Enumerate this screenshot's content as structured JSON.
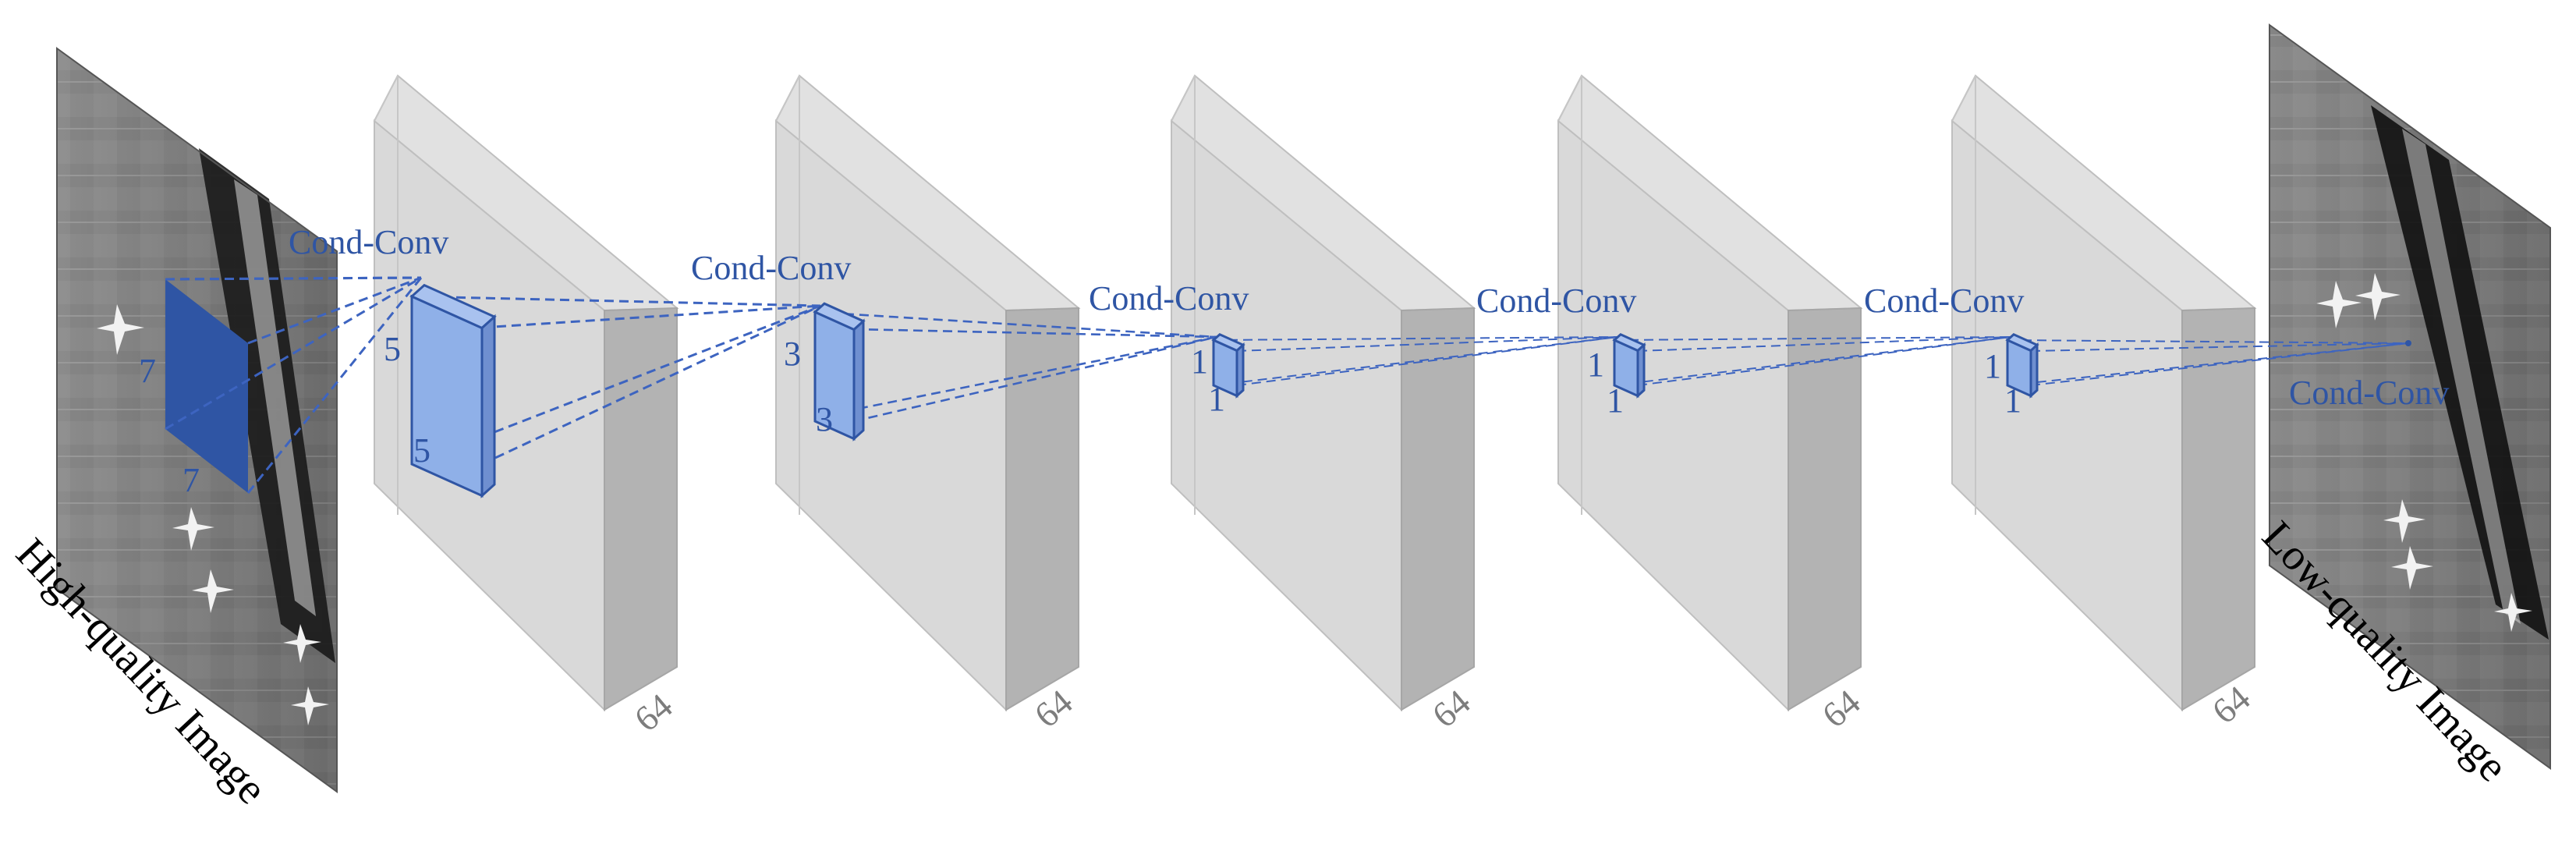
{
  "input_image": {
    "caption": "High-quality Image"
  },
  "output_image": {
    "caption": "Low-quality Image"
  },
  "layers": [
    {
      "channels_label": "64",
      "layer_label": "Cond-Conv",
      "kernel_h_label": "5",
      "kernel_w_label": "5"
    },
    {
      "channels_label": "64",
      "layer_label": "Cond-Conv",
      "kernel_h_label": "3",
      "kernel_w_label": "3"
    },
    {
      "channels_label": "64",
      "layer_label": "Cond-Conv",
      "kernel_h_label": "1",
      "kernel_w_label": "1"
    },
    {
      "channels_label": "64",
      "layer_label": "Cond-Conv",
      "kernel_h_label": "1",
      "kernel_w_label": "1"
    },
    {
      "channels_label": "64",
      "layer_label": "Cond-Conv",
      "kernel_h_label": "1",
      "kernel_w_label": "1"
    }
  ],
  "input_patch": {
    "h_label": "7",
    "w_label": "7"
  },
  "final_layer_label": "Cond-Conv",
  "colors": {
    "accent": "#2f55a4",
    "kernel_fill": "#8fb0e8",
    "block_front": "#d9d9d9",
    "block_side": "#b3b3b3"
  }
}
